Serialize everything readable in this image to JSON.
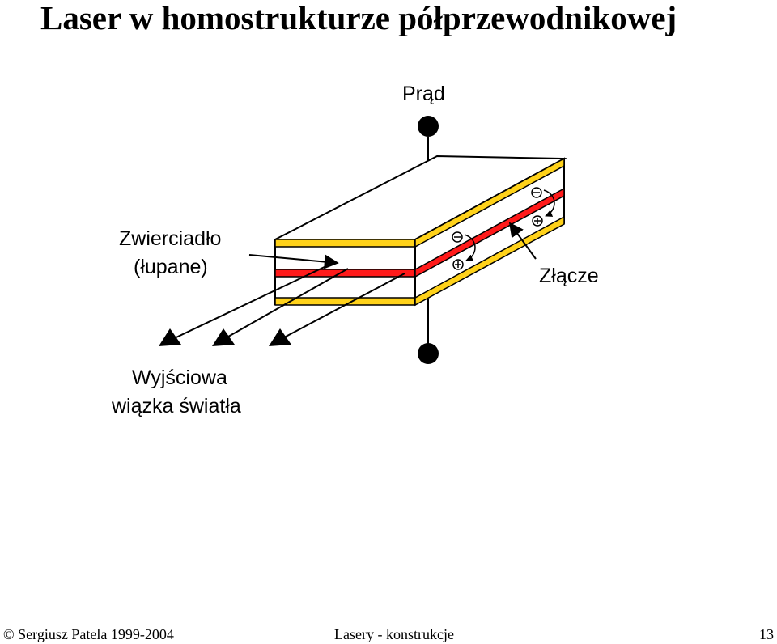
{
  "title": "Laser w homostrukturze półprzewodnikowej",
  "labels": {
    "current": "Prąd",
    "mirror_line1": "Zwierciadło",
    "mirror_line2": "(łupane)",
    "junction": "Złącze",
    "output_line1": "Wyjściowa",
    "output_line2": "wiązka światła"
  },
  "colors": {
    "yellow_layer": "#ffd21a",
    "red_layer": "#ff1a1a",
    "outline": "#000000"
  },
  "footer": {
    "copyright": "© Sergiusz Patela 1999-2004",
    "subtitle": "Lasery - konstrukcje",
    "page": "13"
  }
}
